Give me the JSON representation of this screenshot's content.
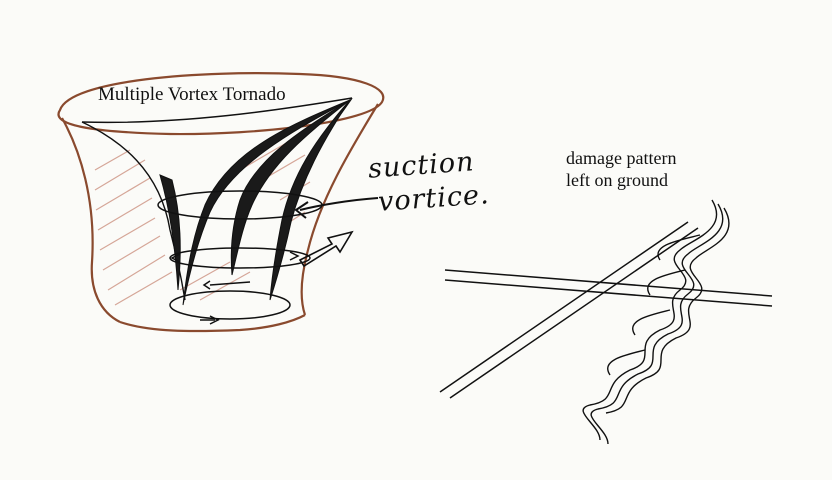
{
  "diagram": {
    "title": "Multiple Vortex Tornado",
    "callout_line1": "suction",
    "callout_line2": "vortice.",
    "damage_line1": "damage pattern",
    "damage_line2": "left on ground"
  },
  "colors": {
    "funnel_outline": "#8a4a2e",
    "shading": "#c98a78",
    "ink": "#111111"
  }
}
